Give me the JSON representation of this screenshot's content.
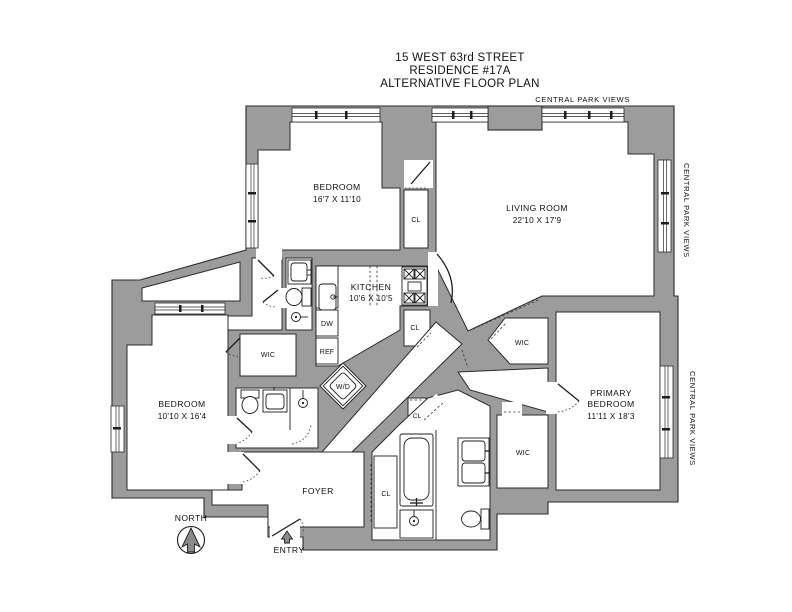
{
  "title": {
    "line1": "15 WEST 63rd STREET",
    "line2": "RESIDENCE #17A",
    "line3": "ALTERNATIVE FLOOR PLAN"
  },
  "views": {
    "top": "CENTRAL PARK VIEWS",
    "right_upper": "CENTRAL PARK VIEWS",
    "right_lower": "CENTRAL PARK VIEWS"
  },
  "rooms": {
    "bedroom_top": {
      "name": "BEDROOM",
      "dims": "16'7 X 11'10"
    },
    "living_room": {
      "name": "LIVING ROOM",
      "dims": "22'10 X 17'9"
    },
    "kitchen": {
      "name": "KITCHEN",
      "dims": "10'6 X 10'5"
    },
    "bedroom_left": {
      "name": "BEDROOM",
      "dims": "10'10 X 16'4"
    },
    "primary_bedroom": {
      "line1": "PRIMARY",
      "line2": "BEDROOM",
      "dims": "11'11 X 18'3"
    },
    "foyer": {
      "name": "FOYER"
    }
  },
  "labels": {
    "closet": "CL",
    "walk_in_closet": "WIC",
    "washer_dryer": "W/D",
    "dishwasher": "DW",
    "refrigerator": "REF",
    "north": "NORTH",
    "entry": "ENTRY"
  },
  "colors": {
    "wall_fill": "#9c9c9c",
    "outline": "#2b2b2b",
    "text": "#111111"
  }
}
